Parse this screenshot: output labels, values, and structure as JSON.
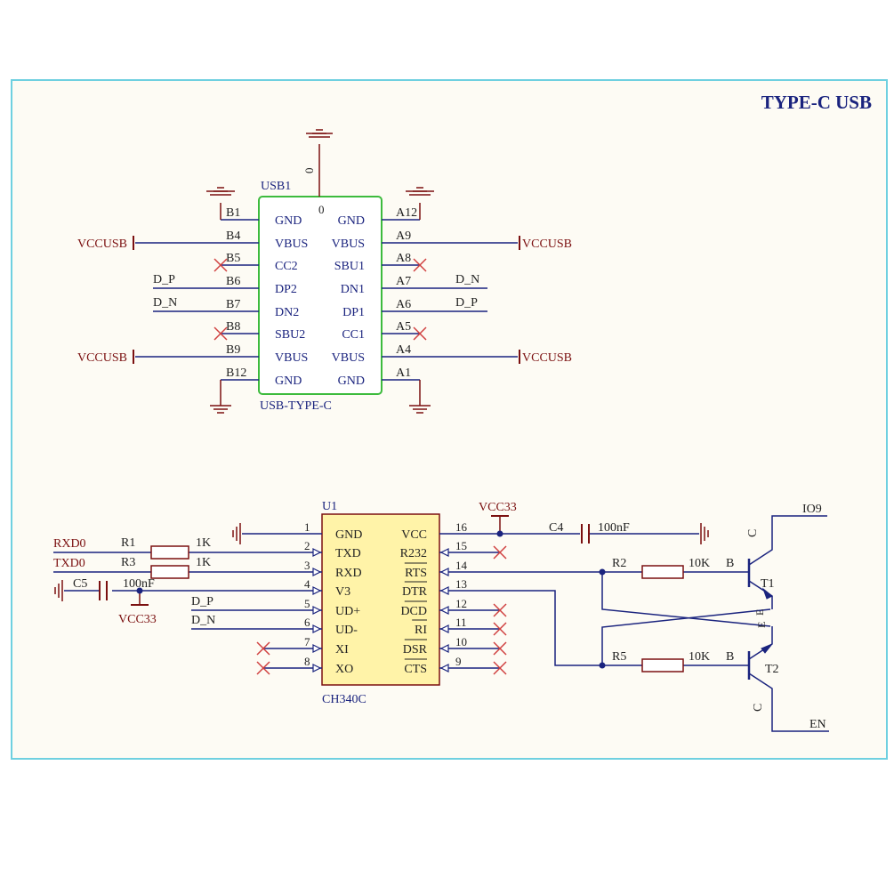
{
  "title": "TYPE-C USB",
  "usb": {
    "designator": "USB1",
    "part_name": "USB-TYPE-C",
    "shell_pin": "0",
    "pins_left": [
      {
        "pin": "B1",
        "name": "GND"
      },
      {
        "pin": "B4",
        "name": "VBUS"
      },
      {
        "pin": "B5",
        "name": "CC2"
      },
      {
        "pin": "B6",
        "name": "DP2"
      },
      {
        "pin": "B7",
        "name": "DN2"
      },
      {
        "pin": "B8",
        "name": "SBU2"
      },
      {
        "pin": "B9",
        "name": "VBUS"
      },
      {
        "pin": "B12",
        "name": "GND"
      }
    ],
    "pins_right": [
      {
        "pin": "A12",
        "name": "GND"
      },
      {
        "pin": "A9",
        "name": "VBUS"
      },
      {
        "pin": "A8",
        "name": "SBU1"
      },
      {
        "pin": "A7",
        "name": "DN1"
      },
      {
        "pin": "A6",
        "name": "DP1"
      },
      {
        "pin": "A5",
        "name": "CC1"
      },
      {
        "pin": "A4",
        "name": "VBUS"
      },
      {
        "pin": "A1",
        "name": "GND"
      }
    ]
  },
  "usb_nets": {
    "vccusb": "VCCUSB",
    "d_p": "D_P",
    "d_n": "D_N"
  },
  "ch340": {
    "designator": "U1",
    "part_name": "CH340C",
    "pins_left": [
      {
        "num": "1",
        "name": "GND"
      },
      {
        "num": "2",
        "name": "TXD"
      },
      {
        "num": "3",
        "name": "RXD"
      },
      {
        "num": "4",
        "name": "V3"
      },
      {
        "num": "5",
        "name": "UD+"
      },
      {
        "num": "6",
        "name": "UD-"
      },
      {
        "num": "7",
        "name": "XI"
      },
      {
        "num": "8",
        "name": "XO"
      }
    ],
    "pins_right": [
      {
        "num": "16",
        "name": "VCC"
      },
      {
        "num": "15",
        "name": "R232"
      },
      {
        "num": "14",
        "name": "RTS"
      },
      {
        "num": "13",
        "name": "DTR"
      },
      {
        "num": "12",
        "name": "DCD"
      },
      {
        "num": "11",
        "name": "RI"
      },
      {
        "num": "10",
        "name": "DSR"
      },
      {
        "num": "9",
        "name": "CTS"
      }
    ]
  },
  "parts": {
    "r1": {
      "ref": "R1",
      "value": "1K"
    },
    "r3": {
      "ref": "R3",
      "value": "1K"
    },
    "r2": {
      "ref": "R2",
      "value": "10K"
    },
    "r5": {
      "ref": "R5",
      "value": "10K"
    },
    "c4": {
      "ref": "C4",
      "value": "100nF"
    },
    "c5": {
      "ref": "C5",
      "value": "100nF"
    },
    "t1": {
      "ref": "T1"
    },
    "t2": {
      "ref": "T2"
    }
  },
  "nets": {
    "rxd0": "RXD0",
    "txd0": "TXD0",
    "vcc33": "VCC33",
    "io9": "IO9",
    "en": "EN",
    "d_p": "D_P",
    "d_n": "D_N"
  },
  "transistor_labels": {
    "collector": "C",
    "base": "B",
    "emitter": "E"
  }
}
